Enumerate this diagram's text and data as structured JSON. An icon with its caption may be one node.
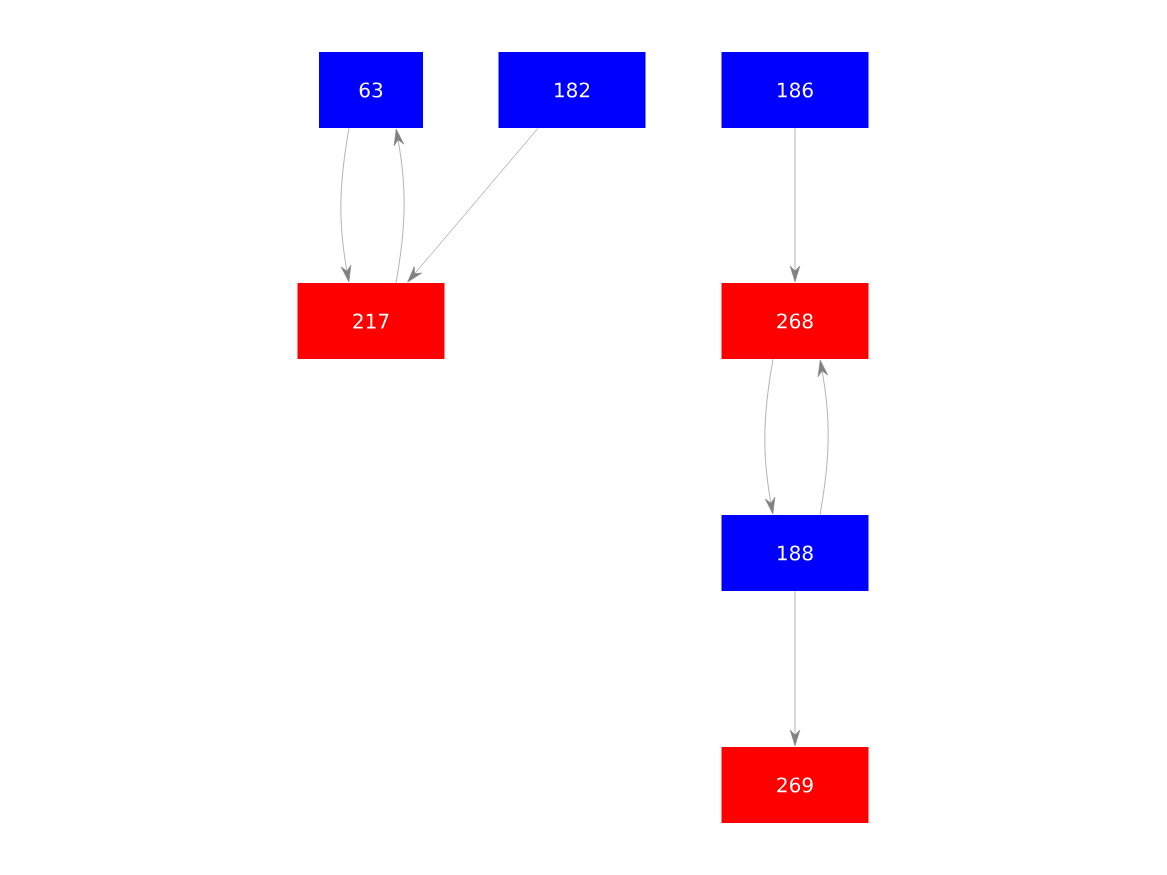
{
  "diagram": {
    "nodes": [
      {
        "text": [
          "63"
        ]
      },
      {
        "text": [
          "182"
        ]
      },
      {
        "text": [
          "186"
        ]
      },
      {
        "text": [
          "217"
        ]
      },
      {
        "text": [
          "268"
        ]
      },
      {
        "text": [
          "188"
        ]
      },
      {
        "text": [
          "269"
        ]
      }
    ],
    "edges": [
      {
        "from": 0,
        "to": 3,
        "arrow": "to"
      },
      {
        "from": 3,
        "to": 0,
        "arrow": "to"
      },
      {
        "from": 1,
        "to": 3,
        "arrow": "to"
      },
      {
        "from": 2,
        "to": 4,
        "arrow": "to"
      },
      {
        "from": 4,
        "to": 5,
        "arrow": "to"
      },
      {
        "from": 5,
        "to": 4,
        "arrow": "to"
      },
      {
        "from": 5,
        "to": 6,
        "arrow": "to"
      }
    ]
  }
}
